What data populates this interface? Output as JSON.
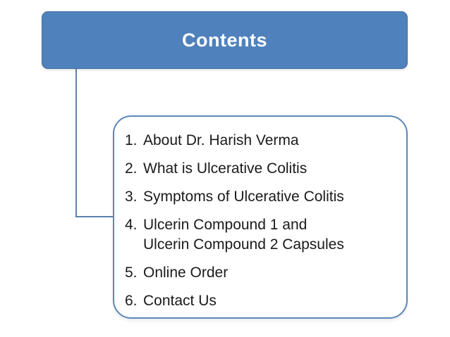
{
  "slide": {
    "title": "Contents",
    "list": {
      "items": [
        {
          "num": "1.",
          "text": "About Dr. Harish Verma"
        },
        {
          "num": "2.",
          "text": "What is Ulcerative Colitis"
        },
        {
          "num": "3.",
          "text": "Symptoms of Ulcerative Colitis"
        },
        {
          "num": "4.",
          "text": "Ulcerin Compound 1 and\nUlcerin Compound 2 Capsules"
        },
        {
          "num": "5.",
          "text": "Online Order"
        },
        {
          "num": "6.",
          "text": "Contact Us"
        }
      ]
    },
    "colors": {
      "background": "#FFFFFF",
      "title_fill": "#4F81BD",
      "title_text": "#FFFFFF",
      "list_box_border": "#5B87BB",
      "connector": "#5B80AC",
      "body_text": "#1A1A1A"
    }
  }
}
